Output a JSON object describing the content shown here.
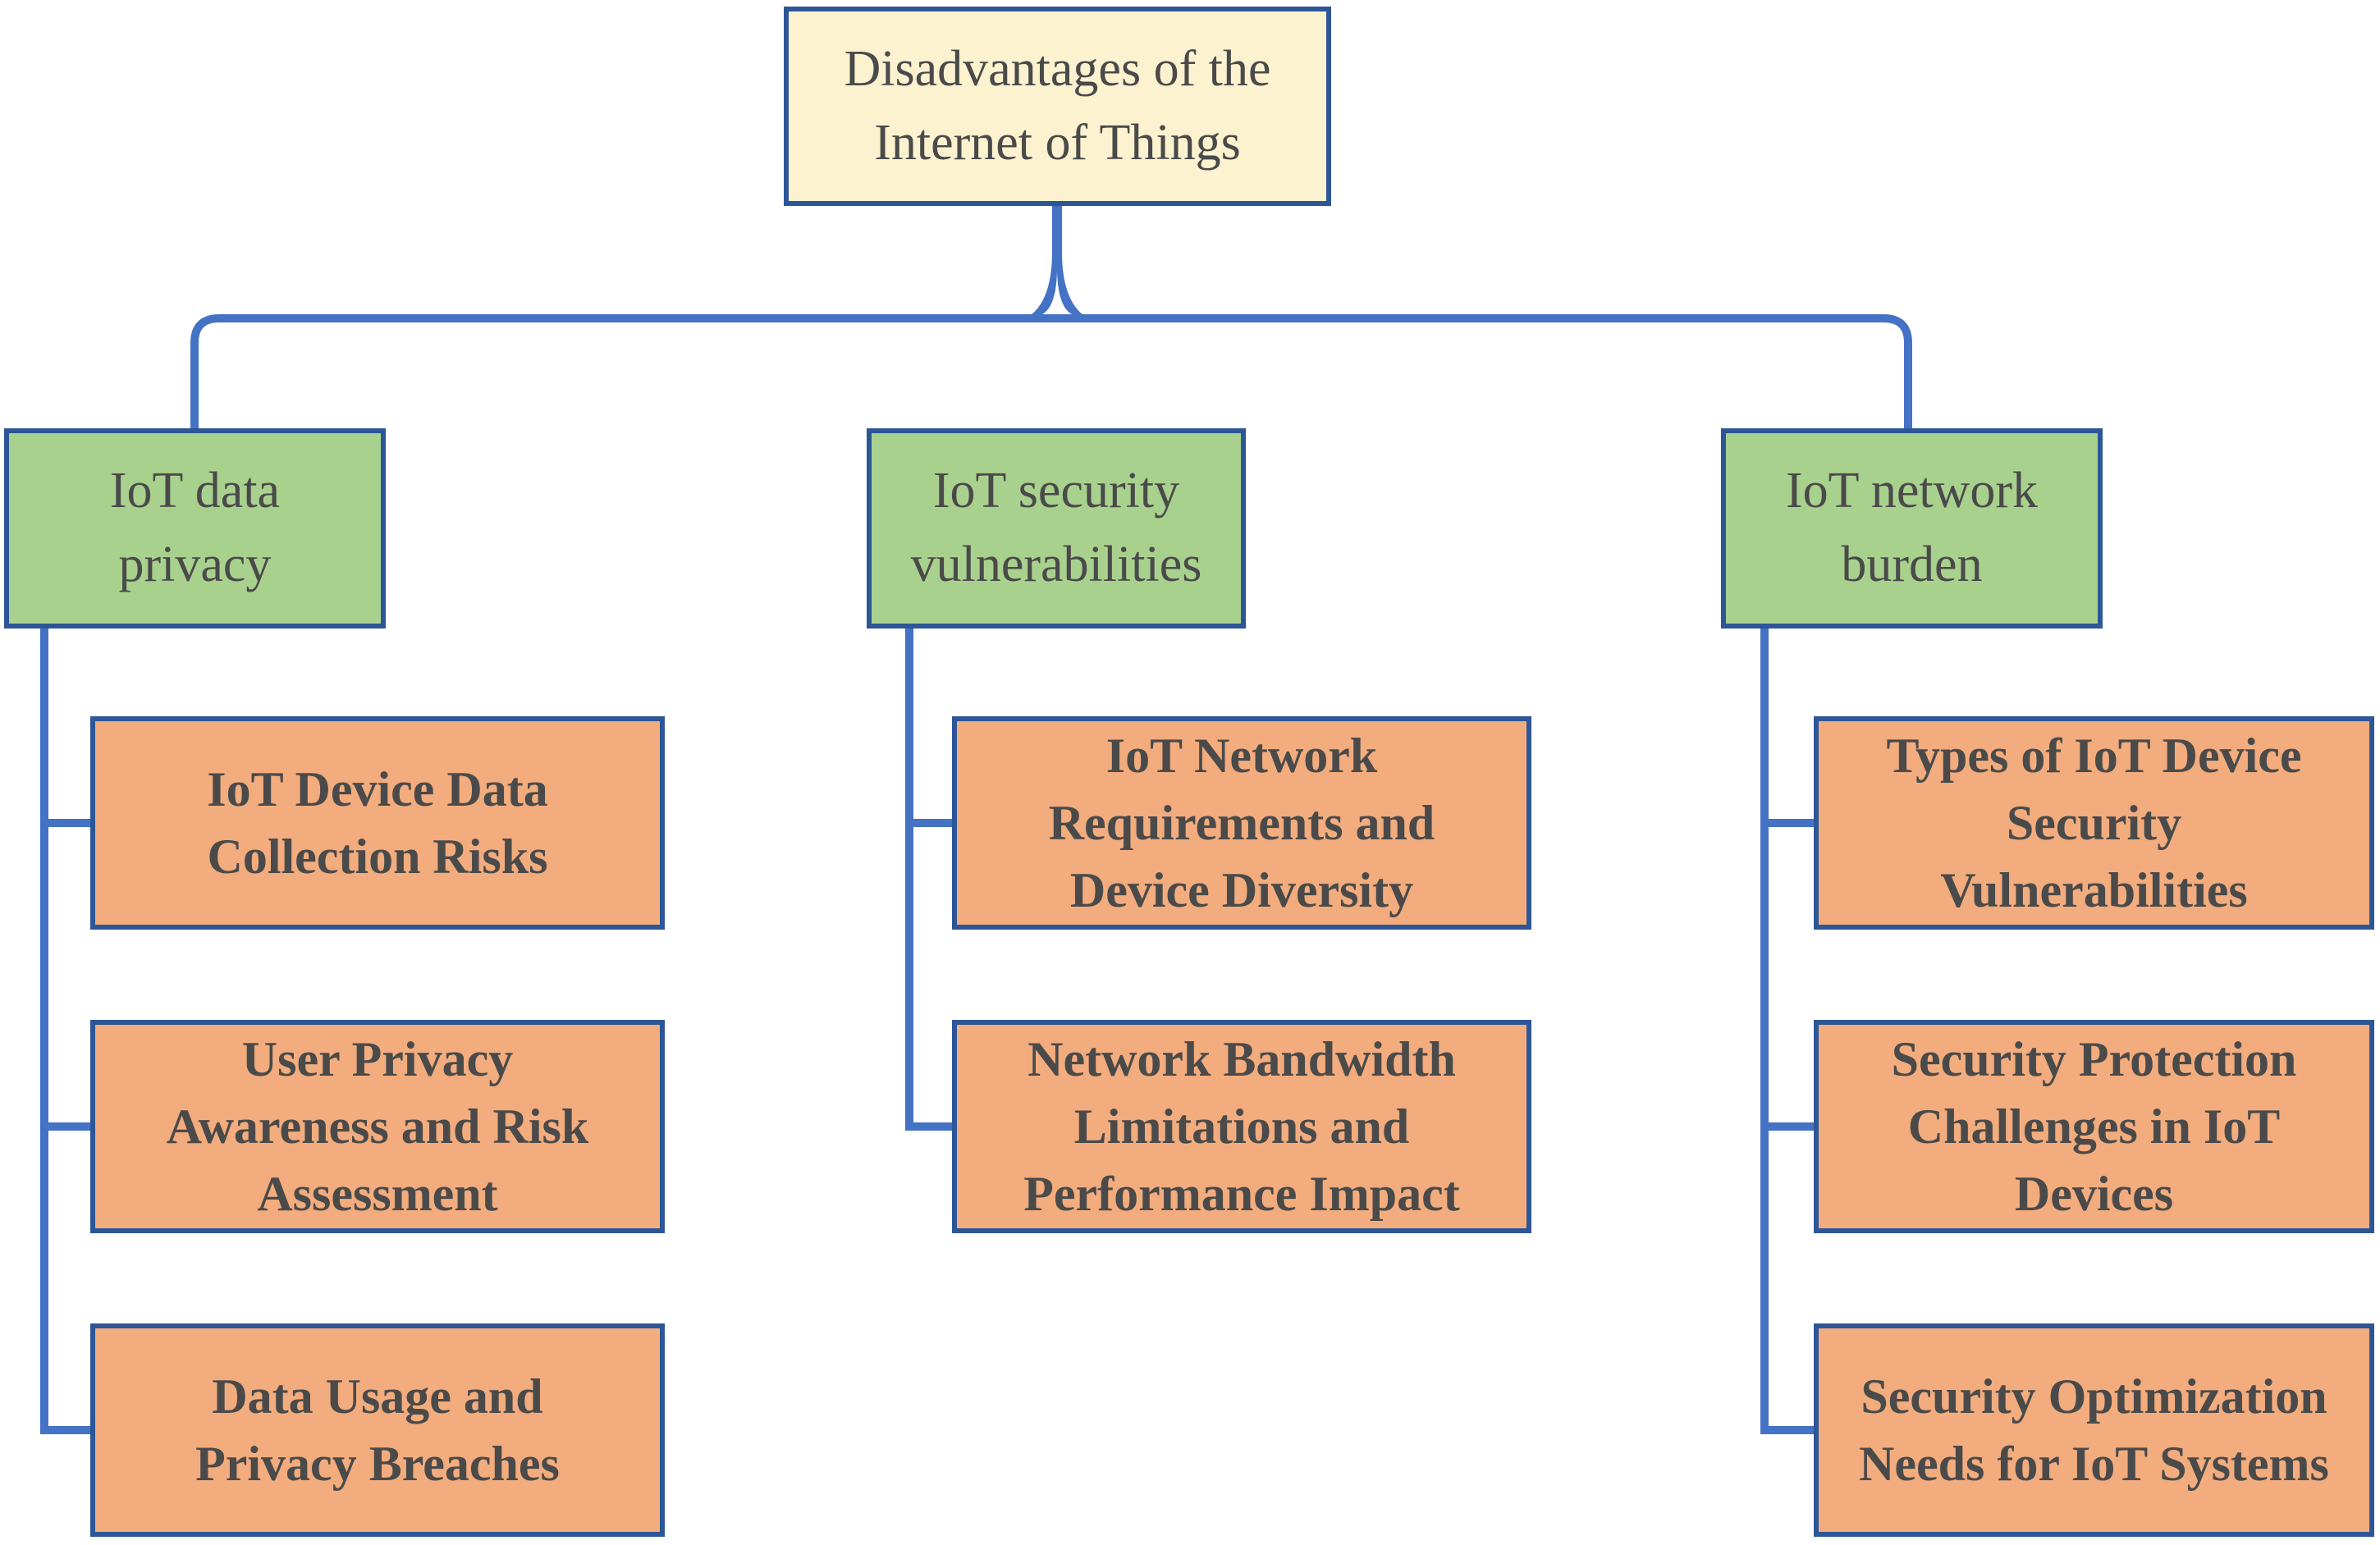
{
  "figure": {
    "root": {
      "label": "Disadvantages of the\nInternet of Things"
    },
    "branches": [
      {
        "label": "IoT data\nprivacy",
        "children": [
          {
            "label": "IoT Device Data\nCollection Risks"
          },
          {
            "label": "User Privacy\nAwareness and Risk\nAssessment"
          },
          {
            "label": "Data Usage and\nPrivacy Breaches"
          }
        ]
      },
      {
        "label": "IoT security\nvulnerabilities",
        "children": [
          {
            "label": "IoT Network\nRequirements and\nDevice Diversity"
          },
          {
            "label": "Network Bandwidth\nLimitations and\nPerformance Impact"
          }
        ]
      },
      {
        "label": "IoT network\nburden",
        "children": [
          {
            "label": "Types of IoT Device\nSecurity\nVulnerabilities"
          },
          {
            "label": "Security Protection\nChallenges in IoT\nDevices"
          },
          {
            "label": "Security Optimization\nNeeds for IoT Systems"
          }
        ]
      }
    ]
  },
  "colors": {
    "root_fill": "#FDF2CF",
    "branch_fill": "#A9D18E",
    "leaf_fill": "#F2AC7D",
    "box_border": "#2D5697",
    "connector": "#4472C4",
    "text_color": "#4A4A4A",
    "bg": "#FFFFFF"
  }
}
